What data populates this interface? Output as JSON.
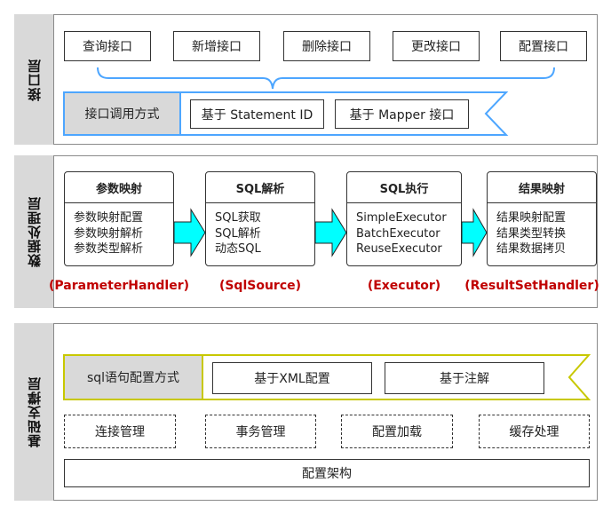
{
  "interface_layer": {
    "label": "接口层",
    "apis": [
      "查询接口",
      "新增接口",
      "删除接口",
      "更改接口",
      "配置接口"
    ],
    "call_methods": {
      "title": "接口调用方式",
      "options": [
        "基于 Statement ID",
        "基于 Mapper 接口"
      ]
    },
    "accent": "#4da6ff"
  },
  "data_layer": {
    "label": "数据处理层",
    "stages": [
      {
        "title": "参数映射",
        "lines": [
          "参数映射配置",
          "参数映射解析",
          "参数类型解析"
        ],
        "handler": "(ParameterHandler)"
      },
      {
        "title": "SQL解析",
        "lines": [
          "SQL获取",
          "SQL解析",
          "动态SQL"
        ],
        "handler": "(SqlSource)"
      },
      {
        "title": "SQL执行",
        "lines": [
          "SimpleExecutor",
          "BatchExecutor",
          "ReuseExecutor"
        ],
        "handler": "(Executor)"
      },
      {
        "title": "结果映射",
        "lines": [
          "结果映射配置",
          "结果类型转换",
          "结果数据拷贝"
        ],
        "handler": "(ResultSetHandler)"
      }
    ],
    "arrow_color": "#00ffff",
    "handler_color": "#c00000"
  },
  "foundation_layer": {
    "label": "基础支撑层",
    "sql_config": {
      "title": "sql语句配置方式",
      "options": [
        "基于XML配置",
        "基于注解"
      ]
    },
    "services": [
      "连接管理",
      "事务管理",
      "配置加载",
      "缓存处理"
    ],
    "base": "配置架构",
    "accent": "#c8c800"
  }
}
